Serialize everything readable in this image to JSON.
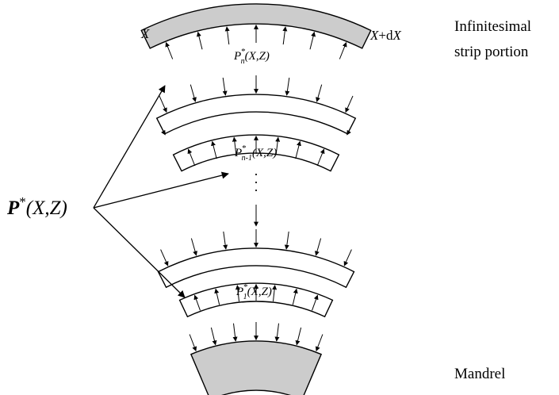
{
  "labels": {
    "strip_title_line1": "Infinitesimal",
    "strip_title_line2": "strip portion",
    "mandrel": "Mandrel",
    "left_edge": "X",
    "right_edge_var": "X",
    "right_edge_op": "+d",
    "right_edge_var2": "X",
    "pressure_symbol": "P",
    "star": "*",
    "args": "(X,Z)",
    "sub_n": "n",
    "sub_n_minus_1": "n-1",
    "sub_1": "1",
    "ellipsis_dots": [
      "·",
      "·",
      "·"
    ]
  },
  "colors": {
    "fill_gray": "#cccccc",
    "stroke": "#000000",
    "background": "#ffffff"
  }
}
